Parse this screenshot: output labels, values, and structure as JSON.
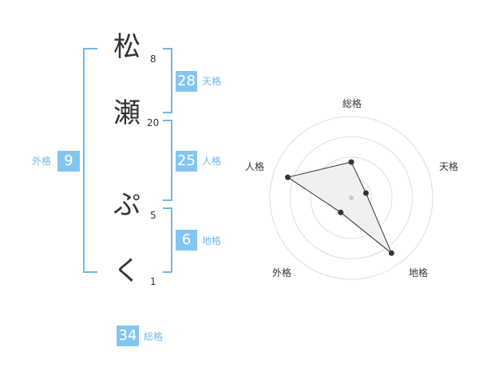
{
  "name": {
    "characters": [
      {
        "char": "松",
        "strokes": "8"
      },
      {
        "char": "瀬",
        "strokes": "20"
      },
      {
        "char": "ぷ",
        "strokes": "5"
      },
      {
        "char": "く",
        "strokes": "1"
      }
    ]
  },
  "fortunes": {
    "tenkaku": {
      "value": "28",
      "label": "天格"
    },
    "jinkaku": {
      "value": "25",
      "label": "人格"
    },
    "chikaku": {
      "value": "6",
      "label": "地格"
    },
    "gaikaku": {
      "value": "9",
      "label": "外格"
    },
    "soukaku": {
      "value": "34",
      "label": "総格"
    }
  },
  "colors": {
    "accent": "#84c5f0",
    "bracket": "#6fb8e8",
    "text": "#333333"
  },
  "radar": {
    "axes": [
      "総格",
      "天格",
      "地格",
      "外格",
      "人格"
    ],
    "rings": 4,
    "scores": [
      0.44,
      0.19,
      0.84,
      0.22,
      0.82
    ]
  }
}
